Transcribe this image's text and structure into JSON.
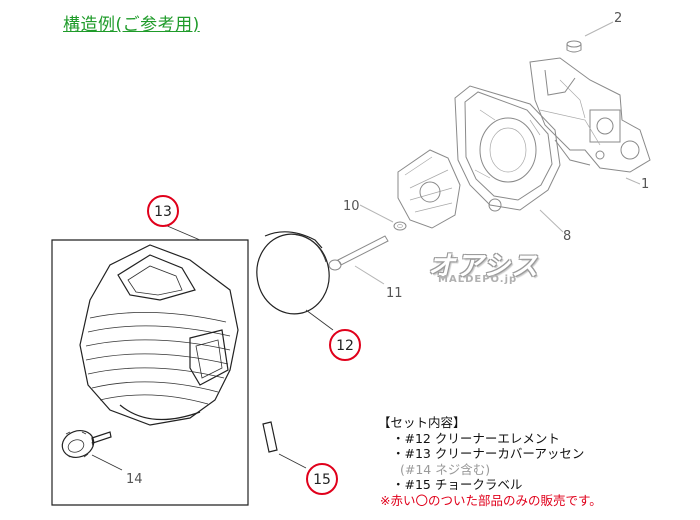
{
  "title": "構造例(ご参考用)",
  "callouts": {
    "p1": "1",
    "p2": "2",
    "p8": "8",
    "p10": "10",
    "p11": "11",
    "p12": "12",
    "p13": "13",
    "p14": "14",
    "p15": "15"
  },
  "logo": {
    "main": "オアシス",
    "sub": "MALDEPO.jp"
  },
  "set_contents": {
    "heading": "【セット内容】",
    "items": [
      "・#12 クリーナーエレメント",
      "・#13 クリーナーカバーアッセン",
      "(#14 ネジ含む)",
      "・#15 チョークラベル"
    ],
    "note": "※赤い〇のついた部品のみの販売です。"
  },
  "colors": {
    "title": "#1f9b2a",
    "highlight_circle": "#e0001b",
    "note_text": "#e0001b",
    "muted_part": "#9a9a9a"
  }
}
